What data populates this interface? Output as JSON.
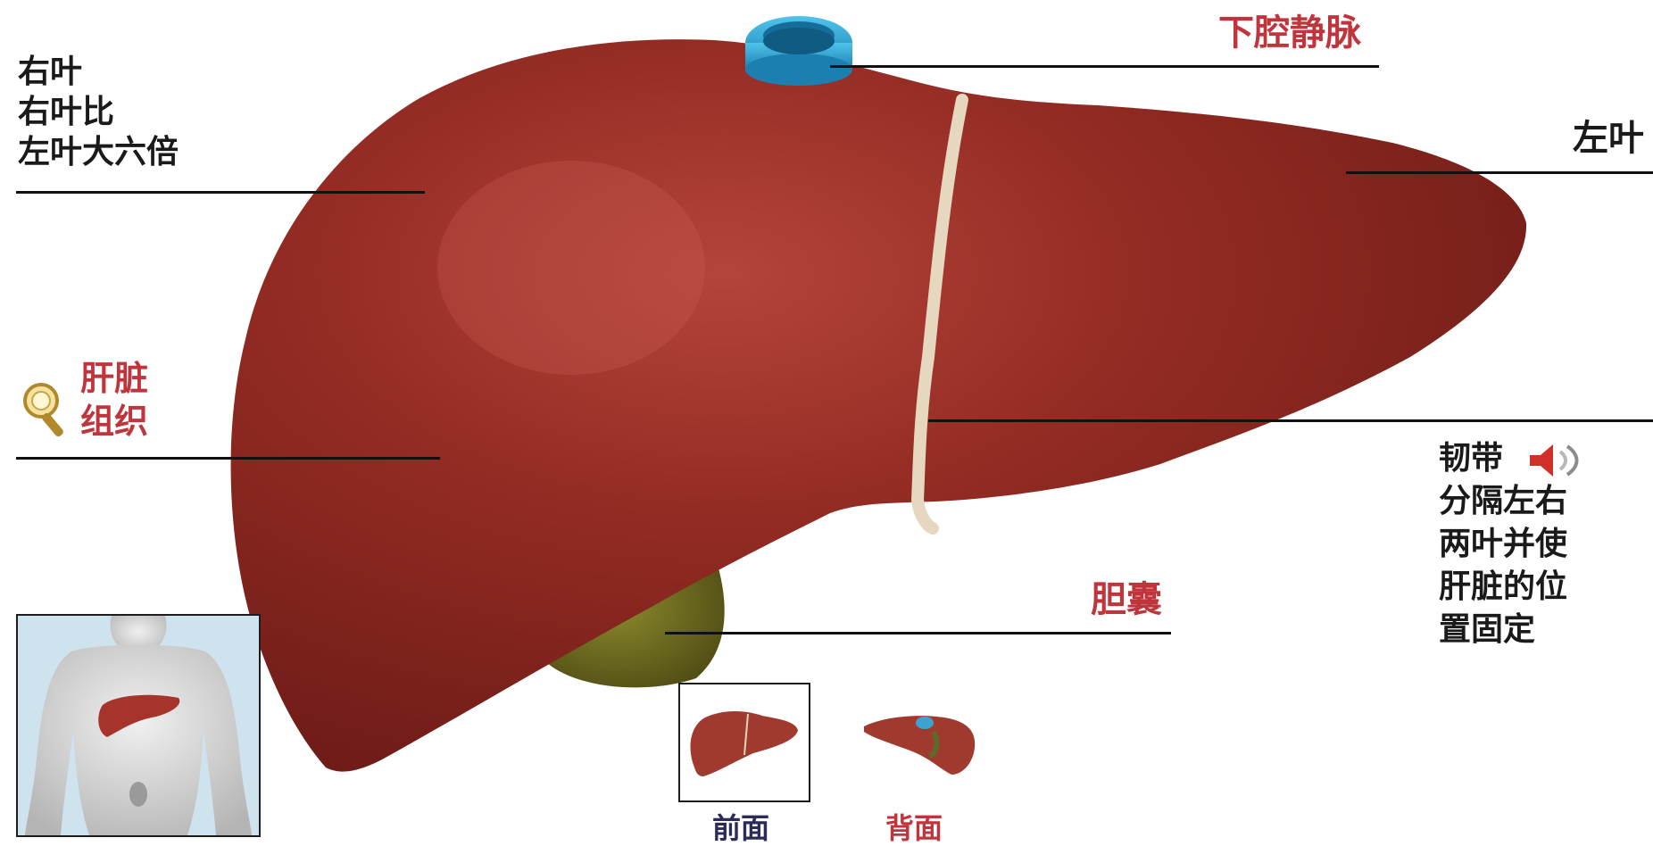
{
  "labels": {
    "right_lobe": {
      "line1": "右叶",
      "line2": "右叶比",
      "line3": "左叶大六倍"
    },
    "ivc": "下腔静脉",
    "left_lobe": "左叶",
    "liver_tissue": {
      "line1": "肝脏",
      "line2": "组织"
    },
    "ligament": {
      "line1": "韧带",
      "line2": "分隔左右",
      "line3": "两叶并使",
      "line4": "肝脏的位",
      "line5": "置固定"
    },
    "gallbladder": "胆囊"
  },
  "views": {
    "front": "前面",
    "back": "背面",
    "selected": "front"
  },
  "icons": {
    "magnifier": "magnifier-icon",
    "speaker": "speaker-icon"
  },
  "colors": {
    "liver": "#8e2a22",
    "label_red": "#c0343c",
    "label_black": "#1a1a1a",
    "ivc_blue": "#2a9fd0",
    "ligament": "#e6d8bf",
    "gallbladder": "#6e6a20"
  }
}
